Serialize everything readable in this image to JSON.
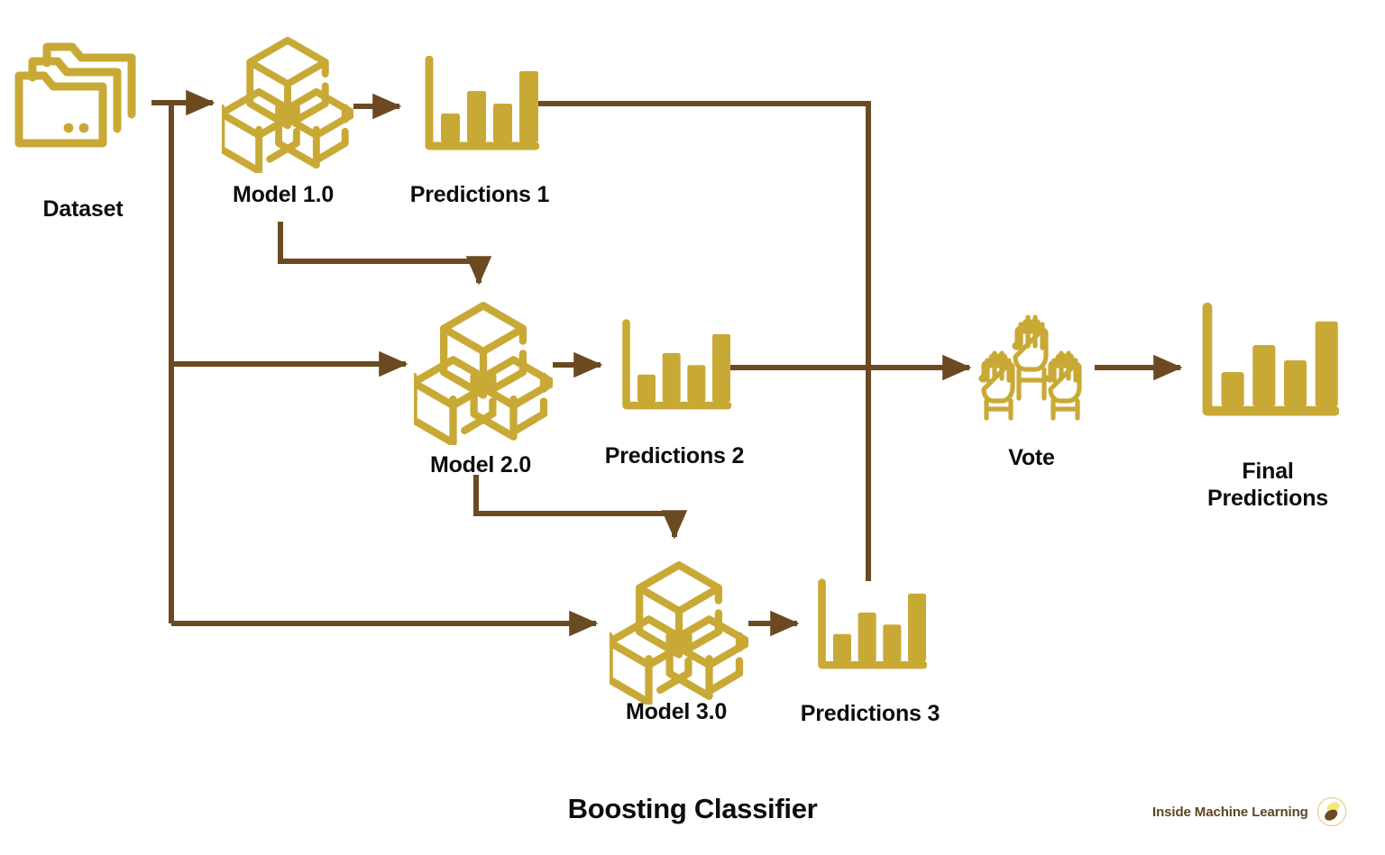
{
  "diagram": {
    "title": "Boosting Classifier",
    "colors": {
      "gold": "#C9A936",
      "brown": "#6B4A22",
      "text": "#0D0D0D",
      "brand_text": "#5D4426",
      "background": "#FFFFFF"
    },
    "nodes": [
      {
        "id": "dataset",
        "label": "Dataset",
        "icon": "stacked-folders-icon"
      },
      {
        "id": "model-1",
        "label": "Model 1.0",
        "icon": "three-cubes-icon"
      },
      {
        "id": "predictions-1",
        "label": "Predictions 1",
        "icon": "bar-chart-icon"
      },
      {
        "id": "model-2",
        "label": "Model 2.0",
        "icon": "three-cubes-icon"
      },
      {
        "id": "predictions-2",
        "label": "Predictions 2",
        "icon": "bar-chart-icon"
      },
      {
        "id": "model-3",
        "label": "Model 3.0",
        "icon": "three-cubes-icon"
      },
      {
        "id": "predictions-3",
        "label": "Predictions 3",
        "icon": "bar-chart-icon"
      },
      {
        "id": "vote",
        "label": "Vote",
        "icon": "raised-hands-icon"
      },
      {
        "id": "final-predictions",
        "label": "Final\nPredictions",
        "icon": "bar-chart-icon"
      }
    ],
    "edges": [
      {
        "from": "dataset",
        "to": "model-1"
      },
      {
        "from": "dataset",
        "to": "model-2"
      },
      {
        "from": "dataset",
        "to": "model-3"
      },
      {
        "from": "model-1",
        "to": "predictions-1"
      },
      {
        "from": "model-1",
        "to": "model-2"
      },
      {
        "from": "model-2",
        "to": "predictions-2"
      },
      {
        "from": "model-2",
        "to": "model-3"
      },
      {
        "from": "model-3",
        "to": "predictions-3"
      },
      {
        "from": "predictions-1",
        "to": "vote"
      },
      {
        "from": "predictions-2",
        "to": "vote"
      },
      {
        "from": "predictions-3",
        "to": "vote"
      },
      {
        "from": "vote",
        "to": "final-predictions"
      }
    ]
  },
  "brand": {
    "name": "Inside Machine Learning",
    "logo_icon": "inside-machine-learning-logo"
  }
}
